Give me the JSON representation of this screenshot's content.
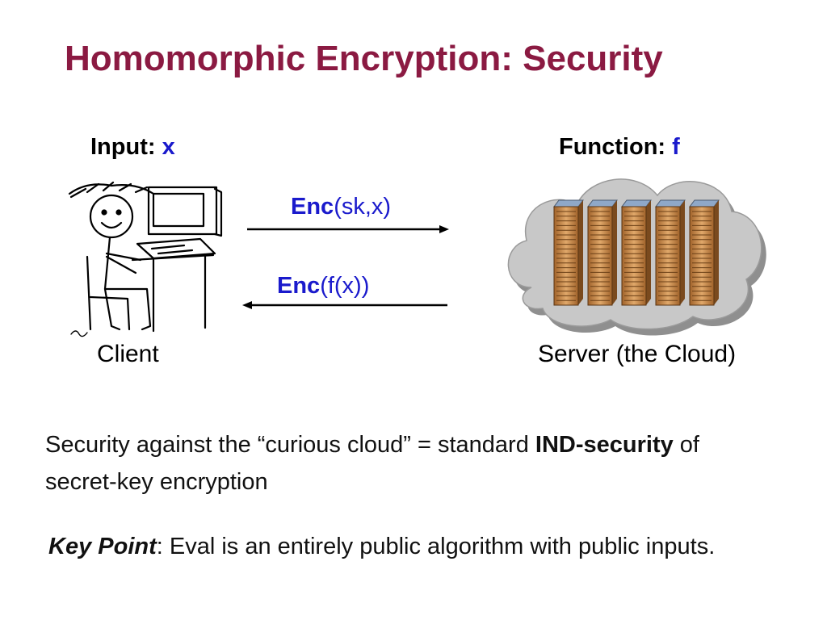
{
  "title": "Homomorphic Encryption: Security",
  "client": {
    "input_prefix": "Input:",
    "input_var": "x",
    "caption": "Client"
  },
  "server": {
    "function_prefix": "Function:",
    "function_var": "f",
    "caption": "Server (the Cloud)"
  },
  "messages": {
    "to_server_bold": "Enc",
    "to_server_rest": "(sk,x)",
    "to_client_bold": "Enc",
    "to_client_rest": "(f(x))"
  },
  "security": {
    "text_before": "Security against the “curious cloud” = standard ",
    "bold": "IND-security",
    "text_after": " of secret-key encryption"
  },
  "key_point": {
    "label": "Key Point",
    "text": ": Eval is an entirely public algorithm with public inputs."
  },
  "colors": {
    "title": "#8b1a42",
    "variable": "#1a1acc",
    "cloud": "#c8c8c8",
    "server_rack": "#c8874a"
  }
}
